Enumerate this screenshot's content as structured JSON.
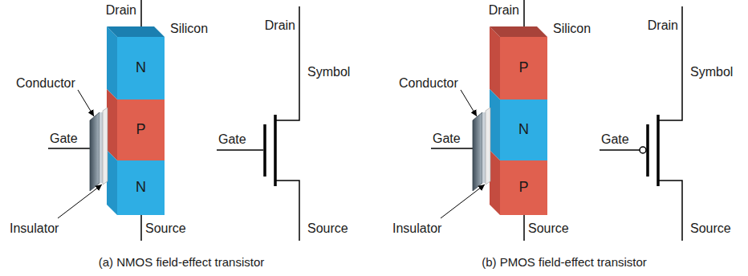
{
  "diagram": {
    "nodes": [
      {
        "text": [
          "N"
        ]
      },
      {
        "text": [
          "P"
        ]
      },
      {
        "text": [
          "N"
        ]
      },
      {
        "text": [
          "P"
        ]
      },
      {
        "text": [
          "N"
        ]
      },
      {
        "text": [
          "P"
        ]
      }
    ],
    "labels": [
      "Drain",
      "Conductor",
      "Silicon",
      "Gate",
      "Insulator",
      "Source",
      "Drain",
      "Symbol",
      "Gate",
      "Source",
      "(a) NMOS field-effect transistor",
      "Drain",
      "Conductor",
      "Silicon",
      "Gate",
      "Insulator",
      "Source",
      "Drain",
      "Symbol",
      "Gate",
      "Source",
      "(b) PMOS field-effect transistor"
    ]
  }
}
